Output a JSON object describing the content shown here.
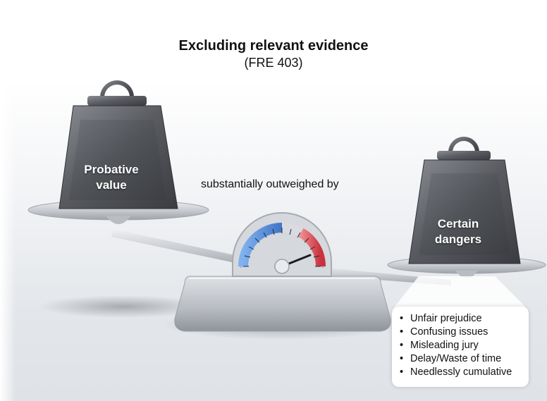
{
  "title": "Excluding relevant evidence",
  "subtitle": "(FRE 403)",
  "middle_label": "substantially outweighed by",
  "left_weight": {
    "line1": "Probative",
    "line2": "value"
  },
  "right_weight": {
    "line1": "Certain",
    "line2": "dangers"
  },
  "dangers": [
    "Unfair prejudice",
    "Confusing issues",
    "Misleading jury",
    "Delay/Waste of time",
    "Needlessly cumulative"
  ],
  "colors": {
    "weight_iron": "#5e6066",
    "gauge_blue": "#5b8fd6",
    "gauge_red": "#d9515a",
    "scale_silver": "#c9ccd1"
  }
}
